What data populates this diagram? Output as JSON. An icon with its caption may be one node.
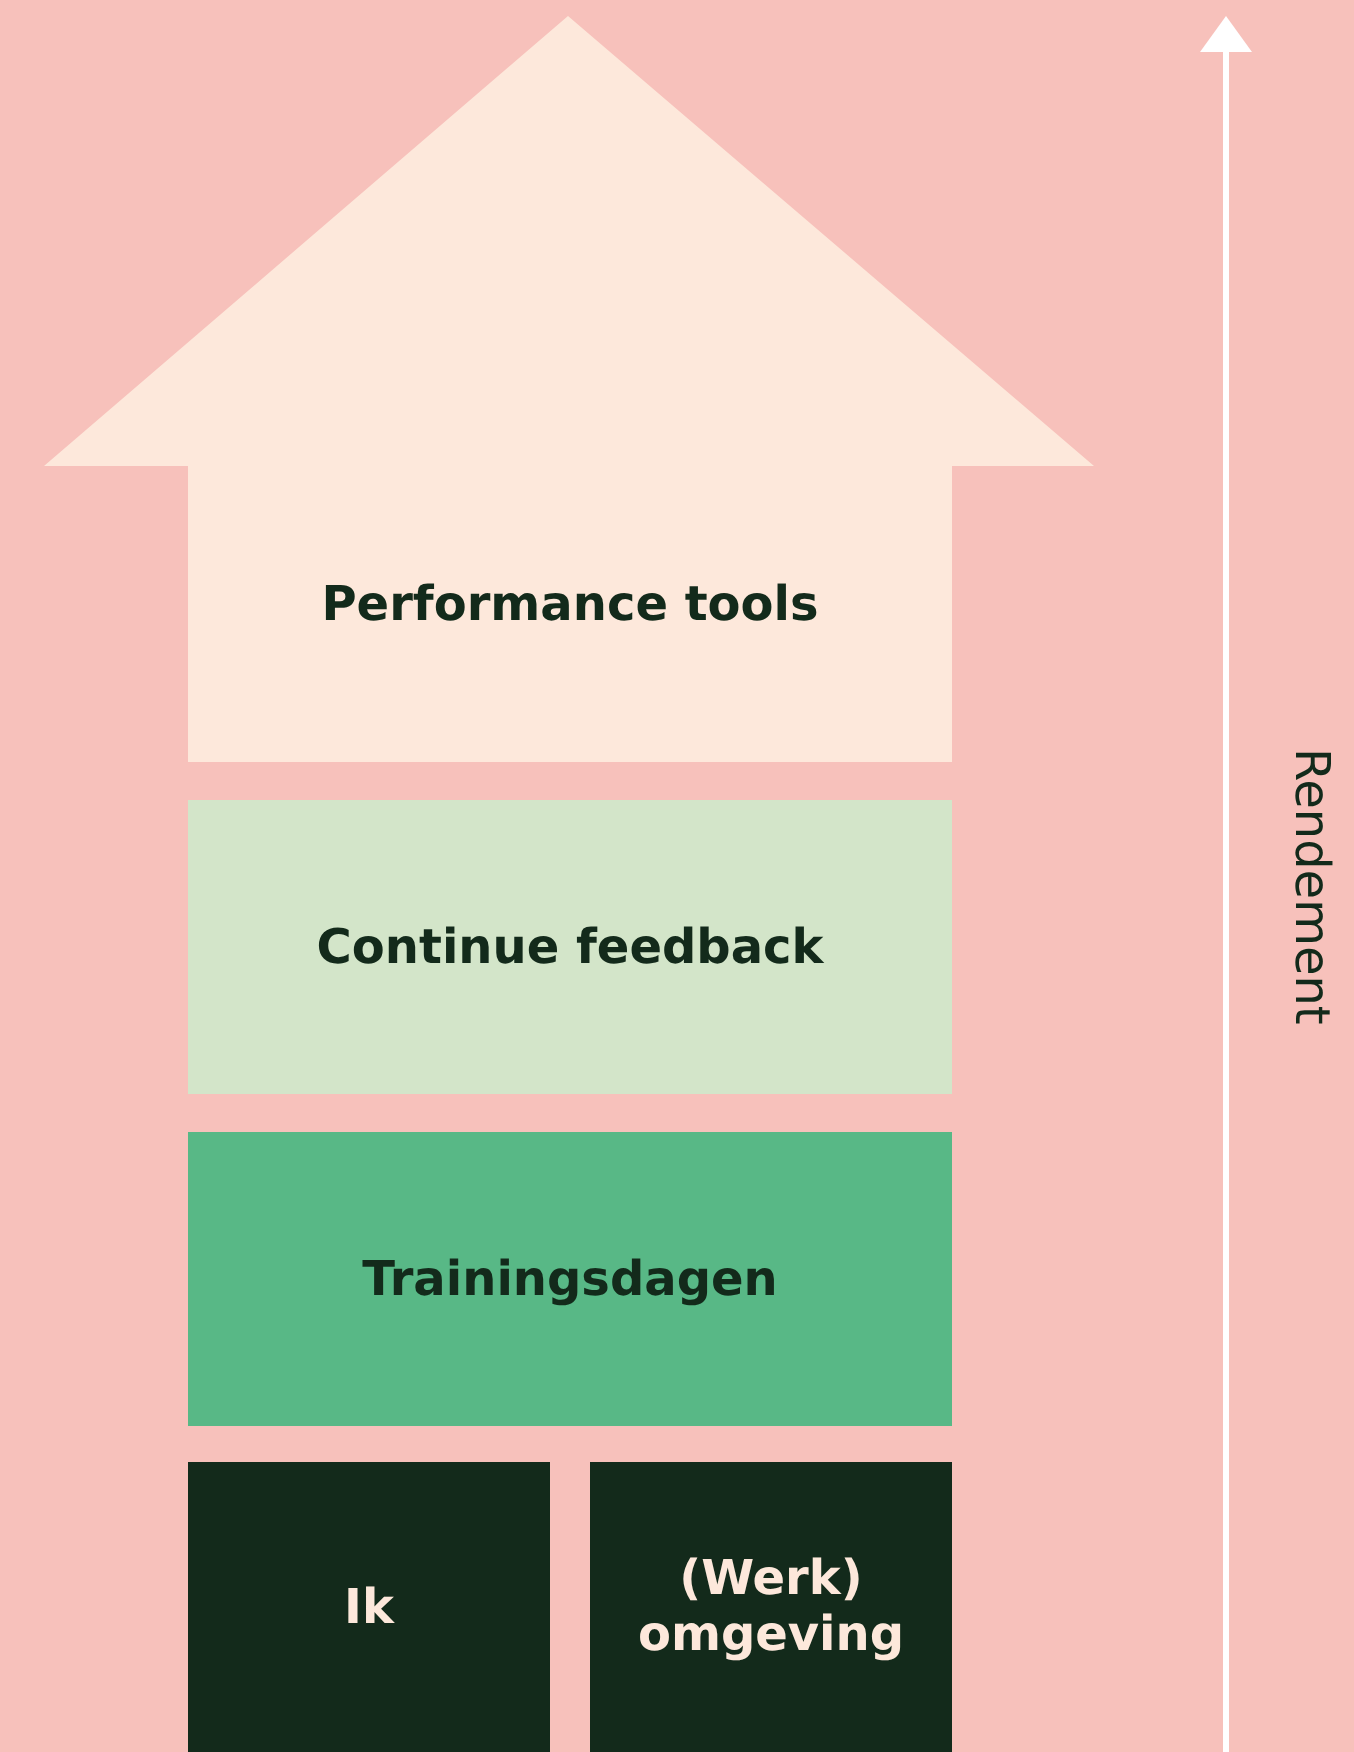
{
  "diagram": {
    "nodes": [
      {
        "text": [
          "Performance tools"
        ]
      },
      {
        "text": [
          "Continue feedback"
        ]
      },
      {
        "text": [
          "Trainingsdagen"
        ]
      },
      {
        "text": [
          "Ik"
        ]
      },
      {
        "text": [
          "(Werk) omgeving"
        ]
      }
    ],
    "labels": [
      "Rendement"
    ]
  }
}
